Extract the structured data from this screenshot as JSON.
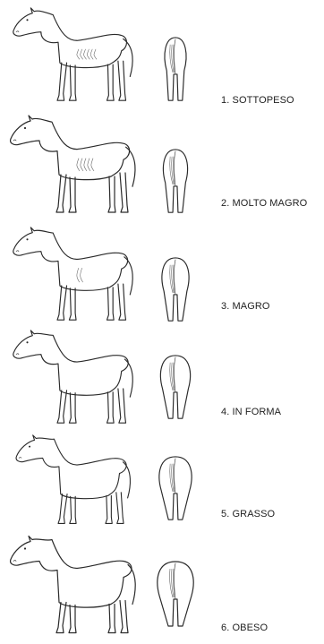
{
  "categories": [
    {
      "label": "1. SOTTOPESO",
      "body_fill": 0.0,
      "rib_lines": 6
    },
    {
      "label": "2. MOLTO MAGRO",
      "body_fill": 0.2,
      "rib_lines": 5
    },
    {
      "label": "3. MAGRO",
      "body_fill": 0.4,
      "rib_lines": 2
    },
    {
      "label": "4. IN FORMA",
      "body_fill": 0.6,
      "rib_lines": 0
    },
    {
      "label": "5. GRASSO",
      "body_fill": 0.8,
      "rib_lines": 0
    },
    {
      "label": "6. OBESO",
      "body_fill": 1.0,
      "rib_lines": 0
    }
  ]
}
